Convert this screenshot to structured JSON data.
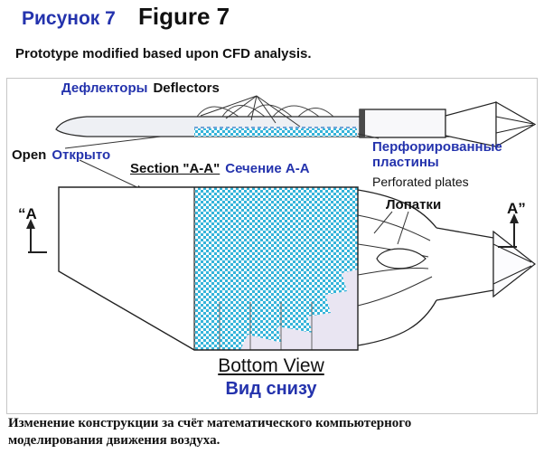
{
  "figure": {
    "title_ru": "Рисунок 7",
    "title_en": "Figure 7",
    "subtitle": "Prototype modified based upon CFD analysis.",
    "caption": "Изменение конструкции за счёт математического компьютерного моделирования движения воздуха."
  },
  "labels": {
    "deflectors_ru": "Дефлекторы",
    "deflectors_en": "Deflectors",
    "open_en": "Open",
    "open_ru": "Открыто",
    "section_en": "Section \"A-A\"",
    "section_ru": "Сечение A-A",
    "perforated_ru": "Перфорированные пластины",
    "perforated_en": "Perforated plates",
    "vanes_ru": "Лопатки",
    "marker_left": "“A",
    "marker_right": "A”",
    "bottom_view_en": "Bottom View",
    "bottom_view_ru": "Вид снизу"
  },
  "colors": {
    "accent_blue": "#2433ad",
    "pattern_blue": "#35b4da",
    "lavender": "#e9e5f2"
  }
}
